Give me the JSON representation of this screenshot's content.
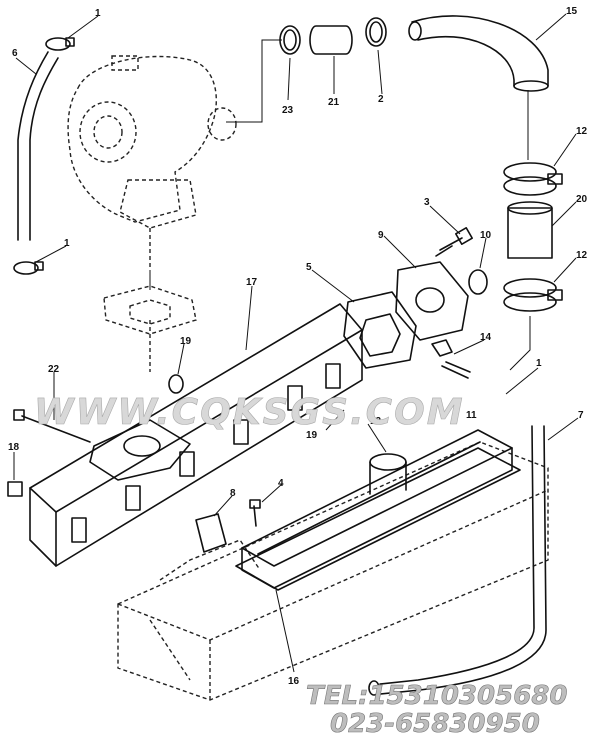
{
  "diagram": {
    "callouts": [
      "1",
      "6",
      "15",
      "23",
      "21",
      "2",
      "12",
      "20",
      "3",
      "9",
      "10",
      "5",
      "17",
      "14",
      "19",
      "22",
      "18",
      "8",
      "4",
      "13",
      "11",
      "7",
      "16"
    ],
    "watermark": "WWW.CQKSGS.COM",
    "contact_tel": "TEL:15310305680",
    "contact_phone": "023-65830950"
  }
}
